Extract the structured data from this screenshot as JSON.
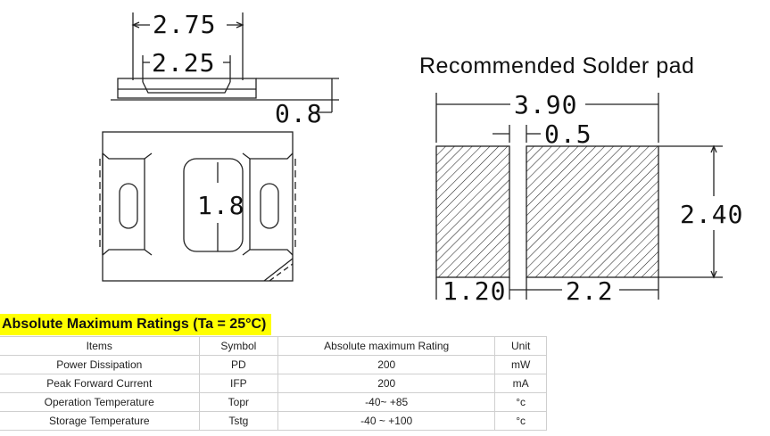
{
  "drawing": {
    "dims": {
      "top_width": "2.75",
      "inner_width": "2.25",
      "height": "0.8",
      "lens_height": "1.8"
    },
    "pad": {
      "title": "Recommended Solder pad",
      "total_width": "3.90",
      "gap": "0.5",
      "height": "2.40",
      "left_width": "1.20",
      "right_width": "2.2"
    }
  },
  "ratings": {
    "title": "Absolute Maximum Ratings (Ta = 25°C)",
    "headers": [
      "Items",
      "Symbol",
      "Absolute maximum Rating",
      "Unit"
    ],
    "rows": [
      [
        "Power Dissipation",
        "PD",
        "200",
        "mW"
      ],
      [
        "Peak Forward Current",
        "IFP",
        "200",
        "mA"
      ],
      [
        "Operation Temperature",
        "Topr",
        "-40~ +85",
        "°c"
      ],
      [
        "Storage Temperature",
        "Tstg",
        "-40 ~ +100",
        "°c"
      ]
    ]
  }
}
